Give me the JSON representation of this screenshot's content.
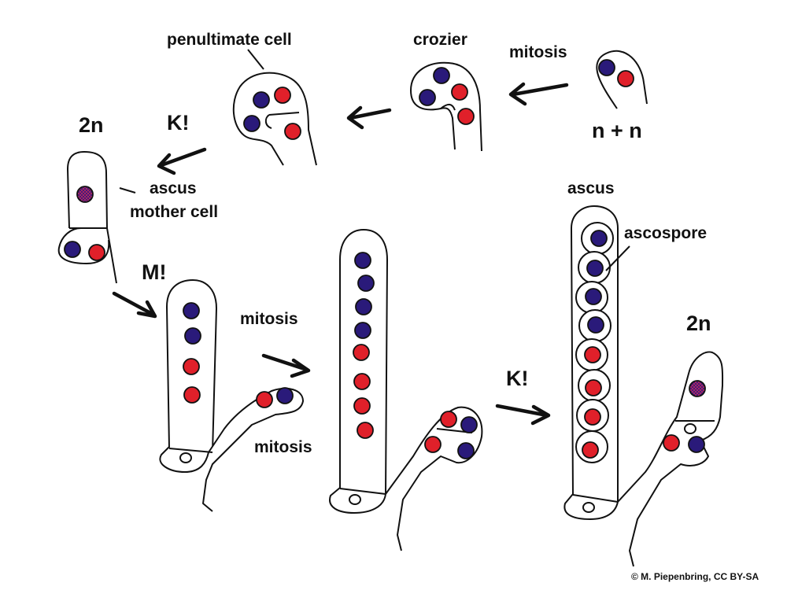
{
  "labels": {
    "penultimate_cell": "penultimate cell",
    "crozier": "crozier",
    "mitosis_top": "mitosis",
    "n_plus_n": "n + n",
    "k1": "K!",
    "two_n_left": "2n",
    "ascus_mother_cell_line1": "ascus",
    "ascus_mother_cell_line2": "mother cell",
    "m1": "M!",
    "mitosis_mid": "mitosis",
    "mitosis_low": "mitosis",
    "k2": "K!",
    "ascus_right": "ascus",
    "ascospore": "ascospore",
    "two_n_right": "2n",
    "credit": "© M. Piepenbring, CC BY-SA"
  },
  "colors": {
    "nucleus_blue": "#2a1a7a",
    "nucleus_red": "#e0202a",
    "diploid_fill": "#c0307a",
    "outline": "#111111",
    "background": "#ffffff"
  }
}
